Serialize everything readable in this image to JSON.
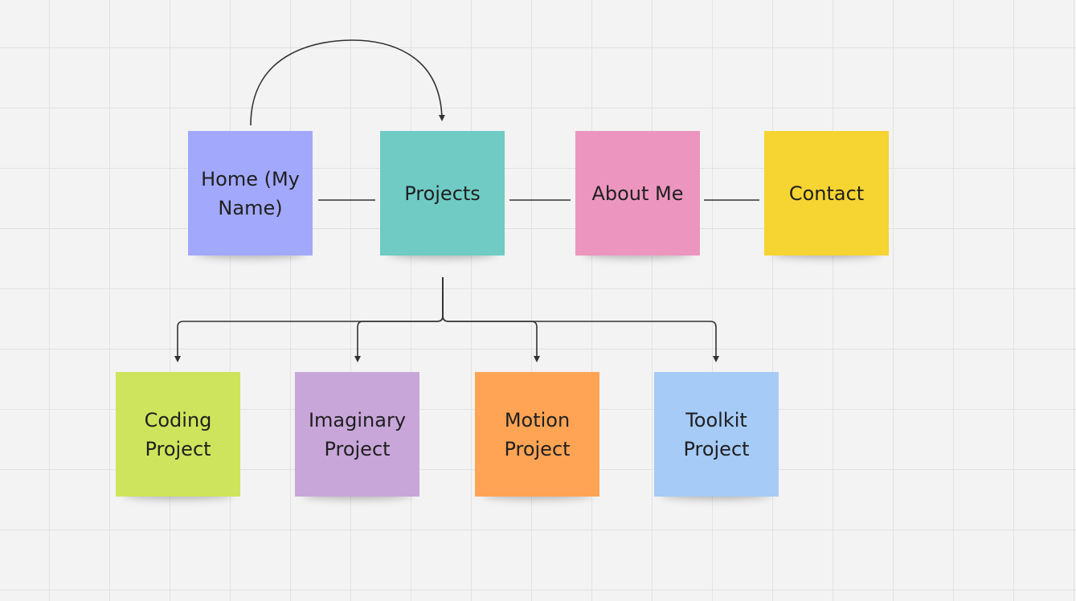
{
  "notes": {
    "home": {
      "label": "Home (My Name)",
      "color": "#a2a8fb"
    },
    "projects": {
      "label": "Projects",
      "color": "#6fcbc4"
    },
    "about": {
      "label": "About Me",
      "color": "#ec96bf"
    },
    "contact": {
      "label": "Contact",
      "color": "#f6d432"
    },
    "coding": {
      "label": "Coding Project",
      "color": "#cee45c"
    },
    "imaginary": {
      "label": "Imaginary Project",
      "color": "#c8a6d9"
    },
    "motion": {
      "label": "Motion Project",
      "color": "#fea454"
    },
    "toolkit": {
      "label": "Toolkit Project",
      "color": "#a6cbf6"
    }
  },
  "colors": {
    "connector": "#333333",
    "background": "#f3f3f3",
    "grid": "#e2e2e2"
  }
}
